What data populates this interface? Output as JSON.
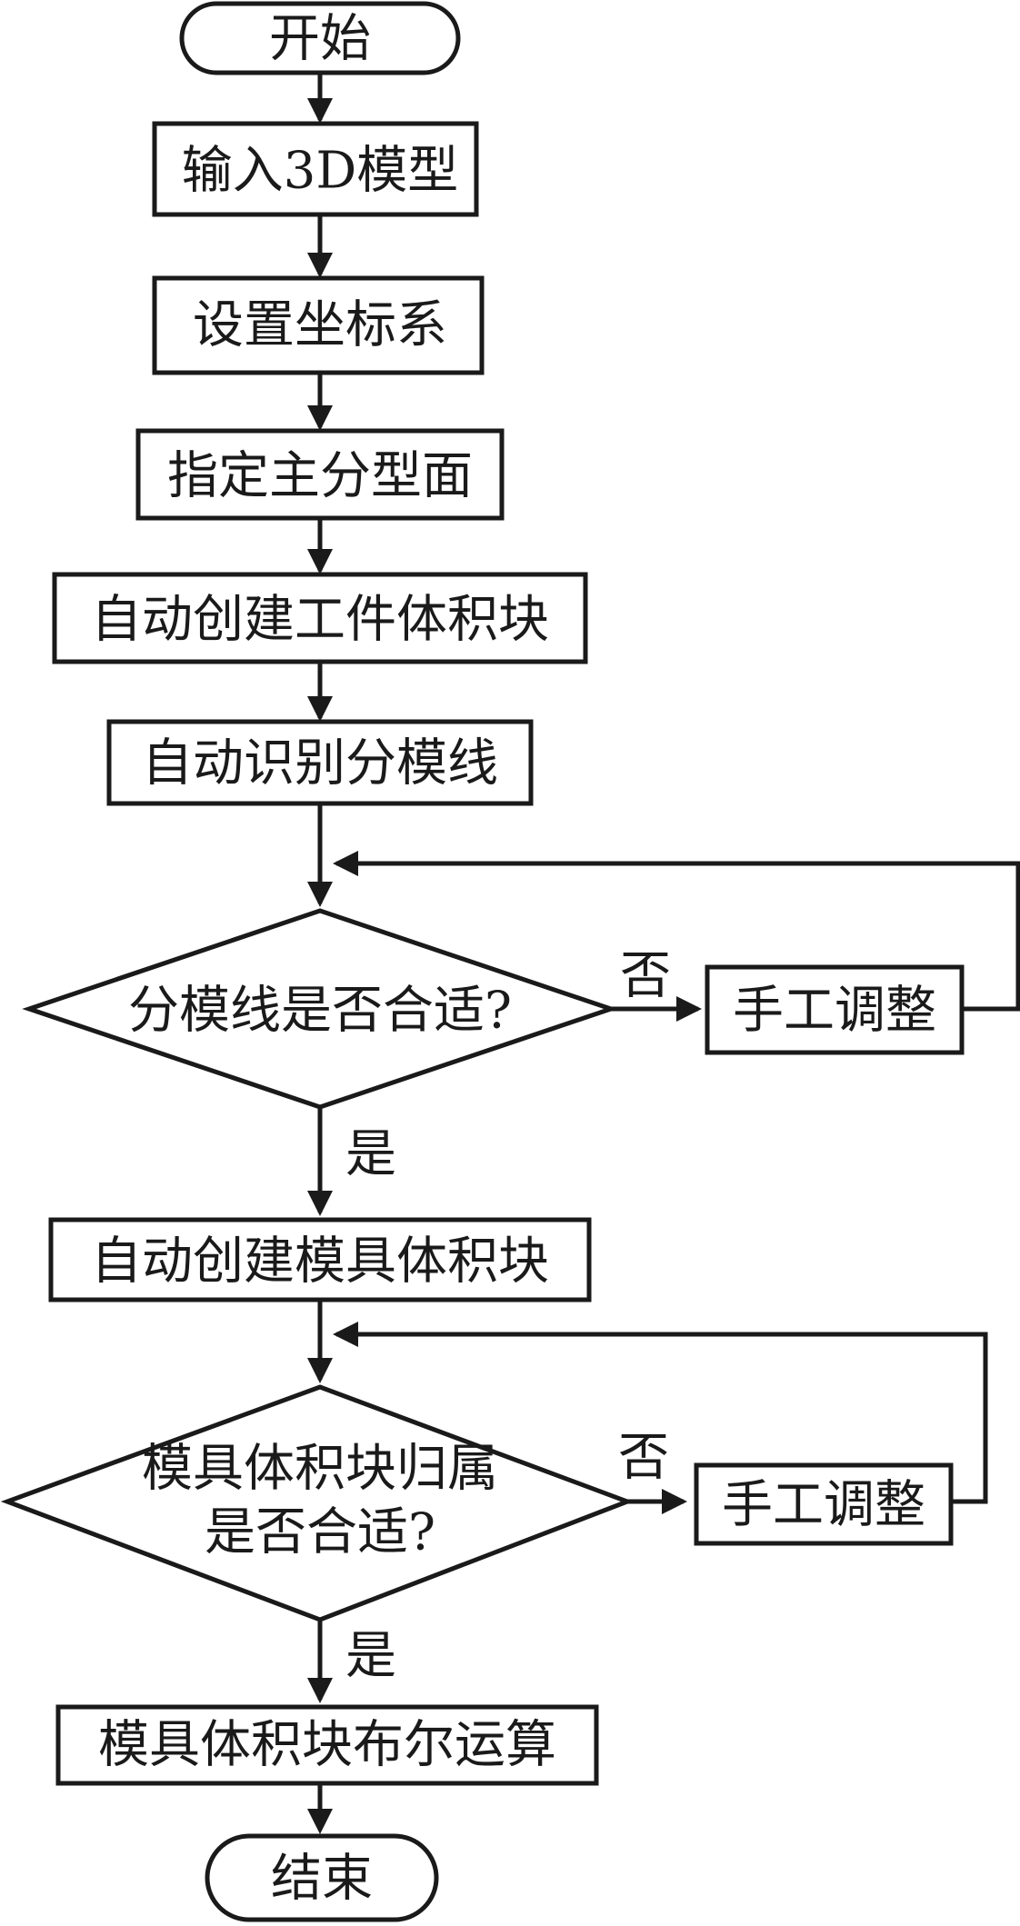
{
  "nodes": {
    "start": "开始",
    "input_model": "输入3D模型",
    "set_coord": "设置坐标系",
    "main_parting": "指定主分型面",
    "workpiece_block": "自动创建工件体积块",
    "parting_line": "自动识别分模线",
    "decision1": "分模线是否合适?",
    "manual1": "手工调整",
    "mold_block": "自动创建模具体积块",
    "decision2_line1": "模具体积块归属",
    "decision2_line2": "是否合适?",
    "manual2": "手工调整",
    "boolean_op": "模具体积块布尔运算",
    "end": "结束"
  },
  "edge_labels": {
    "d1_no": "否",
    "d1_yes": "是",
    "d2_no": "否",
    "d2_yes": "是"
  }
}
